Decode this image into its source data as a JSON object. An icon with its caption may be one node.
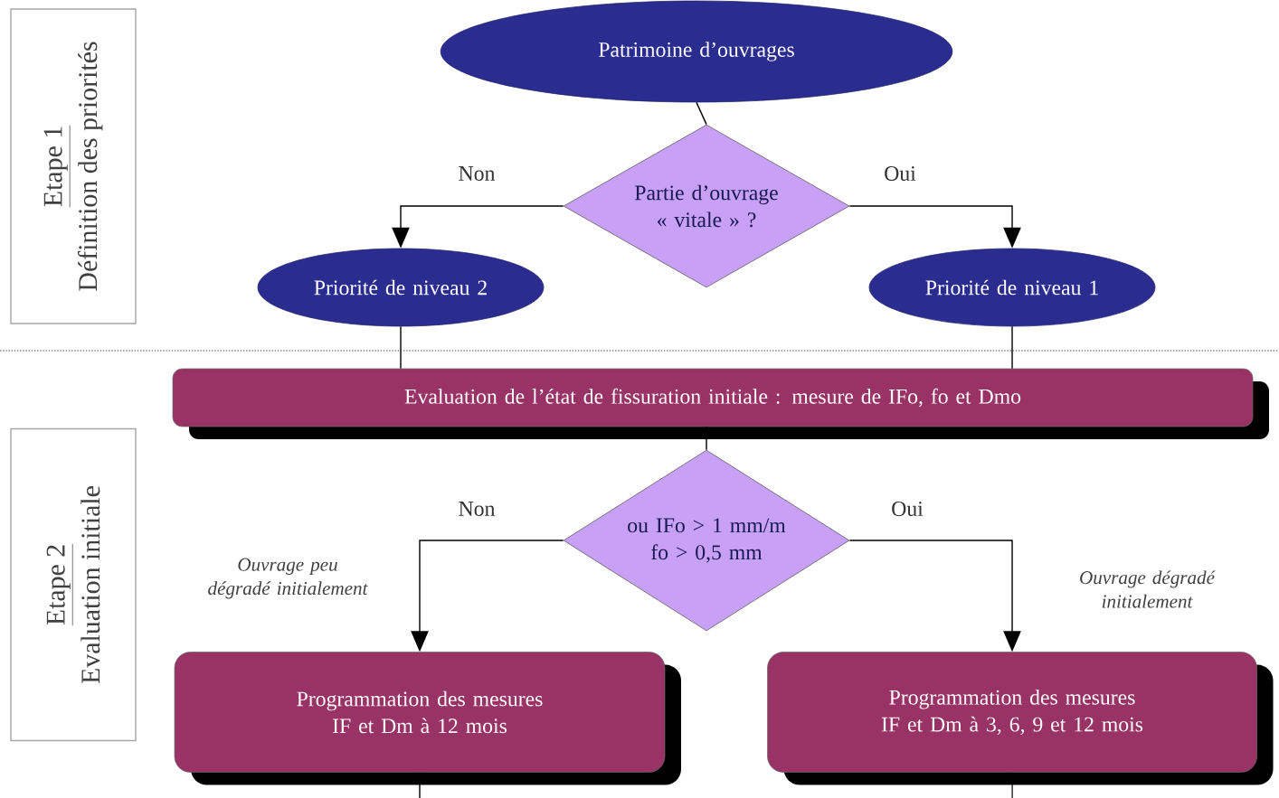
{
  "diagram": {
    "nodes": [
      {
        "text": [
          "Etape 1",
          "Définition des priorités"
        ]
      },
      {
        "text": [
          "Patrimoine d’ouvrages"
        ]
      },
      {
        "text": [
          "Partie d’ouvrage « vitale » ?"
        ]
      },
      {
        "text": [
          "Priorité de niveau 2"
        ]
      },
      {
        "text": [
          "Priorité de niveau 1"
        ]
      },
      {
        "text": [
          "Evaluation de l’état de fissuration initiale : mesure de IFo, fo et Dmo"
        ]
      },
      {
        "text": [
          "ou IFo > 1 mm/m fo > 0,5 mm"
        ]
      },
      {
        "text": [
          "Programmation des mesures IF et Dm à 12 mois"
        ]
      },
      {
        "text": [
          "Programmation des mesures IF et Dm à 3, 6, 9 et 12 mois"
        ]
      },
      {
        "text": [
          "Etape 2",
          "Evaluation initiale"
        ]
      }
    ],
    "edges": [
      {
        "from": 1,
        "to": 2,
        "arrow": "none"
      },
      {
        "from": 2,
        "to": 3,
        "arrow": "to",
        "label": "Non"
      },
      {
        "from": 2,
        "to": 4,
        "arrow": "to",
        "label": "Oui"
      },
      {
        "from": 3,
        "to": 5,
        "arrow": "none"
      },
      {
        "from": 4,
        "to": 5,
        "arrow": "none"
      },
      {
        "from": 5,
        "to": 6,
        "arrow": "none"
      },
      {
        "from": 6,
        "to": 7,
        "arrow": "to",
        "label": "Non"
      },
      {
        "from": 6,
        "to": 8,
        "arrow": "to",
        "label": "Oui"
      },
      {
        "from": 7,
        "to": null,
        "arrow": "none"
      },
      {
        "from": 8,
        "to": null,
        "arrow": "none"
      }
    ],
    "labels": [
      "Ouvrage peu dégradé initialement",
      "Ouvrage dégradé initialement"
    ]
  }
}
